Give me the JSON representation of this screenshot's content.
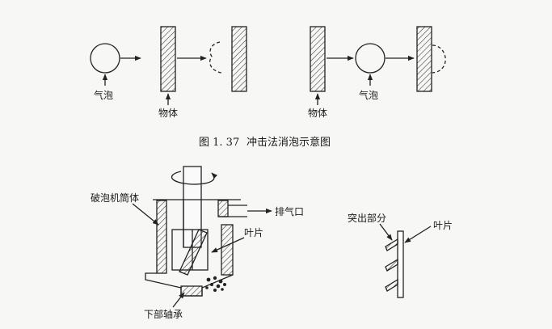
{
  "figure_1_37": {
    "caption_number": "图 1. 37",
    "caption_title": "冲击法消泡示意图",
    "labels": {
      "bubble_left": "气泡",
      "object_left": "物体",
      "object_right": "物体",
      "bubble_right": "气泡"
    }
  },
  "defoamer": {
    "labels": {
      "machine_body": "破泡机筒体",
      "exhaust_port": "排气口",
      "blade": "叶片",
      "lower_bearing": "下部轴承"
    }
  },
  "blade_detail": {
    "labels": {
      "protrusion": "突出部分",
      "blade": "叶片"
    }
  }
}
